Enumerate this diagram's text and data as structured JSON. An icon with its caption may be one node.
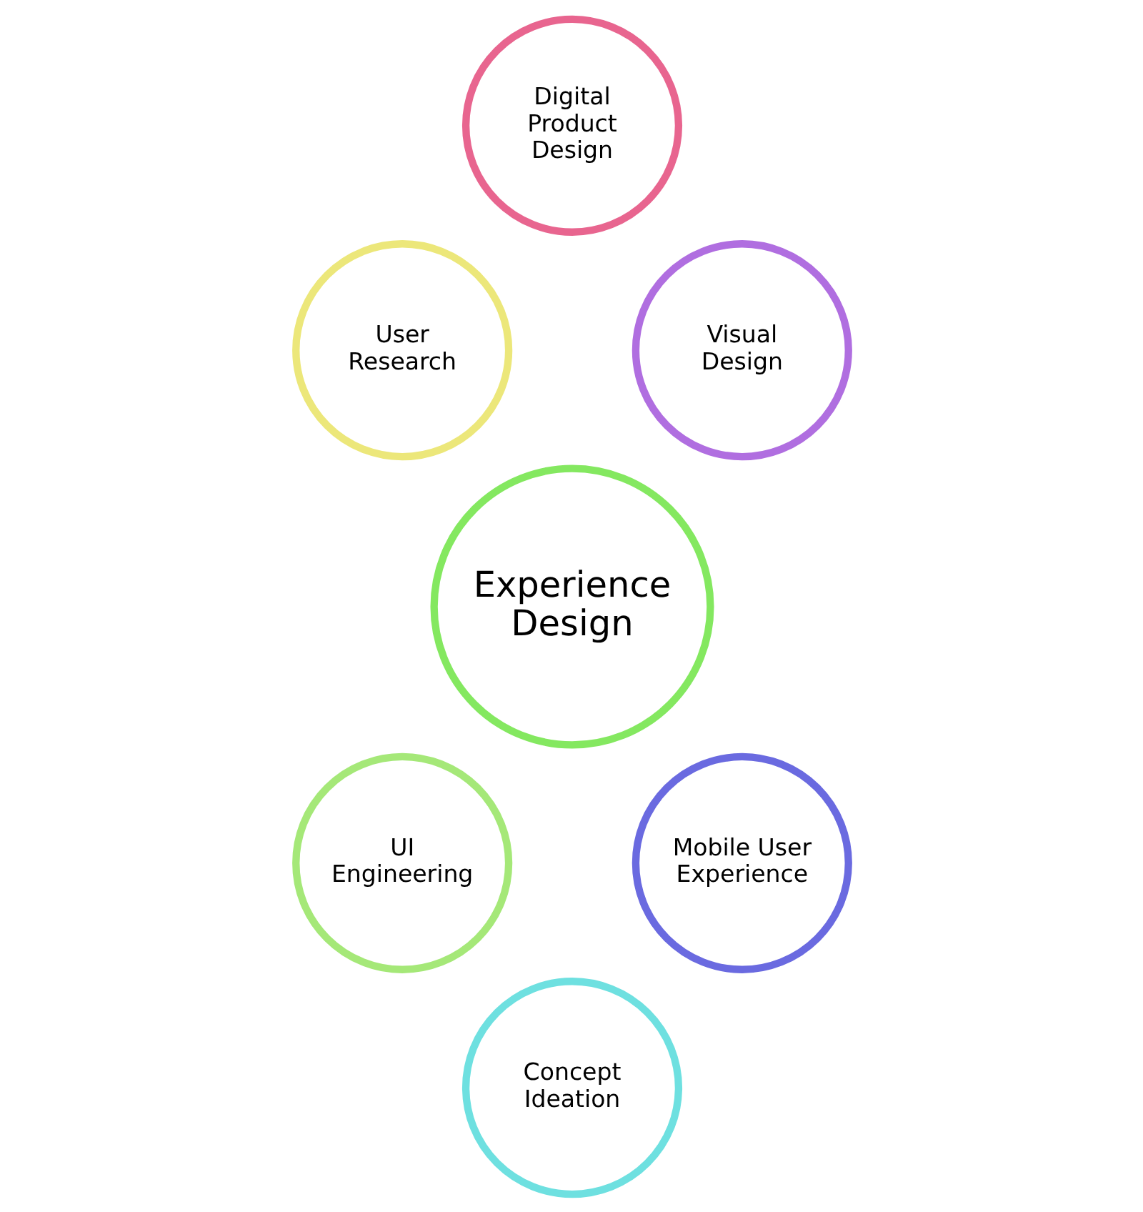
{
  "diagram": {
    "nodes": [
      {
        "text": [
          "Digital Product Design"
        ]
      },
      {
        "text": [
          "User Research"
        ]
      },
      {
        "text": [
          "Visual Design"
        ]
      },
      {
        "text": [
          "Experience Design"
        ]
      },
      {
        "text": [
          "UI Engineering"
        ]
      },
      {
        "text": [
          "Mobile User Experience"
        ]
      },
      {
        "text": [
          "Concept Ideation"
        ]
      }
    ]
  }
}
